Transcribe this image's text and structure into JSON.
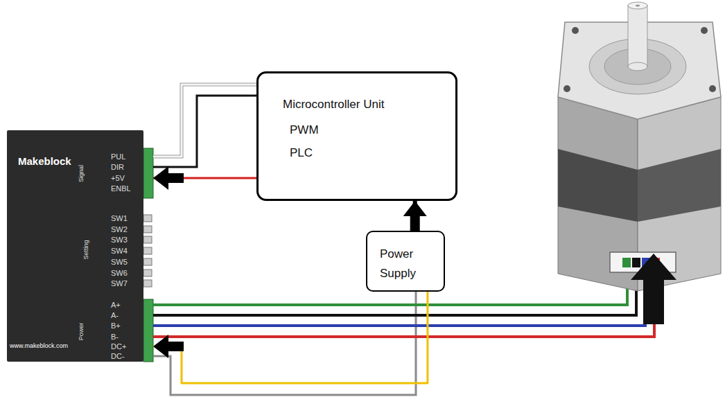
{
  "diagram": {
    "nodes": [
      {
        "text": [
          "Makeblock",
          "www.makeblock.com"
        ]
      },
      {
        "text": [
          "Microcontroller Unit",
          "PWM",
          "PLC"
        ]
      },
      {
        "text": [
          "Power Supply"
        ]
      }
    ],
    "edges": [
      {
        "from": 1,
        "to": 0,
        "arrow": "to"
      },
      {
        "from": 2,
        "to": 1,
        "arrow": "to"
      },
      {
        "from": 2,
        "to": 0,
        "arrow": "to"
      }
    ],
    "labels": [
      "PUL",
      "DIR",
      "+5V",
      "ENBL",
      "Signal",
      "SW1",
      "SW2",
      "SW3",
      "SW4",
      "SW5",
      "SW6",
      "SW7",
      "Setting",
      "A+",
      "A-",
      "B+",
      "B-",
      "DC+",
      "DC-",
      "Power"
    ]
  }
}
